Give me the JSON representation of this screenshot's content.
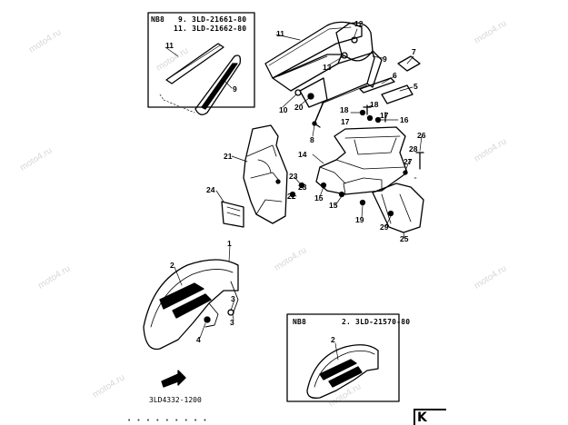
{
  "notes": [
    {
      "id": "note-top",
      "model": "NB8",
      "lines": [
        "9. 3LD-21661-80",
        "11. 3LD-21662-80"
      ]
    },
    {
      "id": "note-bottom",
      "model": "NB8",
      "lines": [
        "2. 3LD-21570-80"
      ]
    }
  ],
  "callouts": [
    "1",
    "2",
    "3",
    "4",
    "5",
    "6",
    "7",
    "8",
    "9",
    "10",
    "11",
    "12",
    "13",
    "14",
    "15",
    "16",
    "17",
    "18",
    "19",
    "20",
    "21",
    "22",
    "23",
    "24",
    "25",
    "26",
    "27",
    "28",
    "29"
  ],
  "drawing_code": "3LD4332-1200",
  "footer_text": "• • • • • • • • •",
  "watermark": "moto4.ru",
  "corner_glyph": "K"
}
